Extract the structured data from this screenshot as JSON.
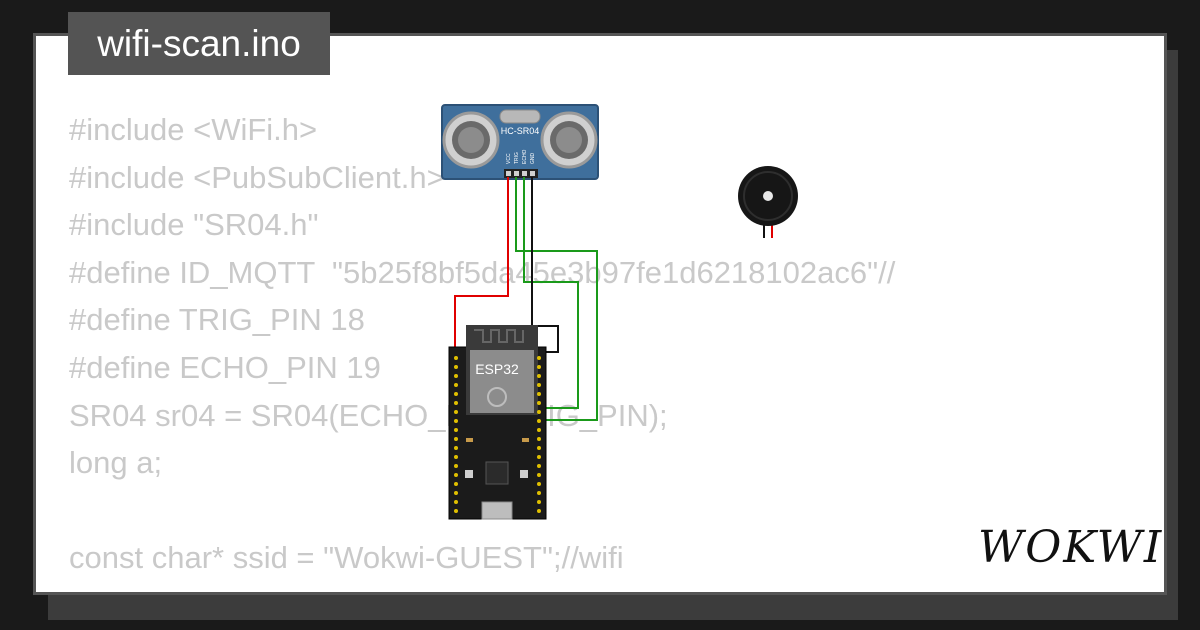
{
  "project": {
    "filename": "wifi-scan.ino"
  },
  "code_lines": [
    "#include <WiFi.h>",
    "#include <PubSubClient.h>",
    "#include \"SR04.h\"",
    "#define ID_MQTT  \"5b25f8bf5da45e3b97fe1d6218102ac6\"//",
    "#define TRIG_PIN 18",
    "#define ECHO_PIN 19",
    "SR04 sr04 = SR04(ECHO_PIN,TRIG_PIN);",
    "long a;",
    "",
    "const char* ssid = \"Wokwi-GUEST\";//wifi"
  ],
  "components": {
    "sensor": {
      "label": "HC-SR04",
      "pins": [
        "VCC",
        "TRIG",
        "ECHO",
        "GND"
      ]
    },
    "board": {
      "label": "ESP32"
    },
    "buzzer": {
      "icon": "piezo-buzzer-icon"
    }
  },
  "wire_colors": {
    "power": "#e00000",
    "signal": "#1a9a1a",
    "ground": "#111111"
  },
  "brand": {
    "logo": "WOKWI"
  }
}
